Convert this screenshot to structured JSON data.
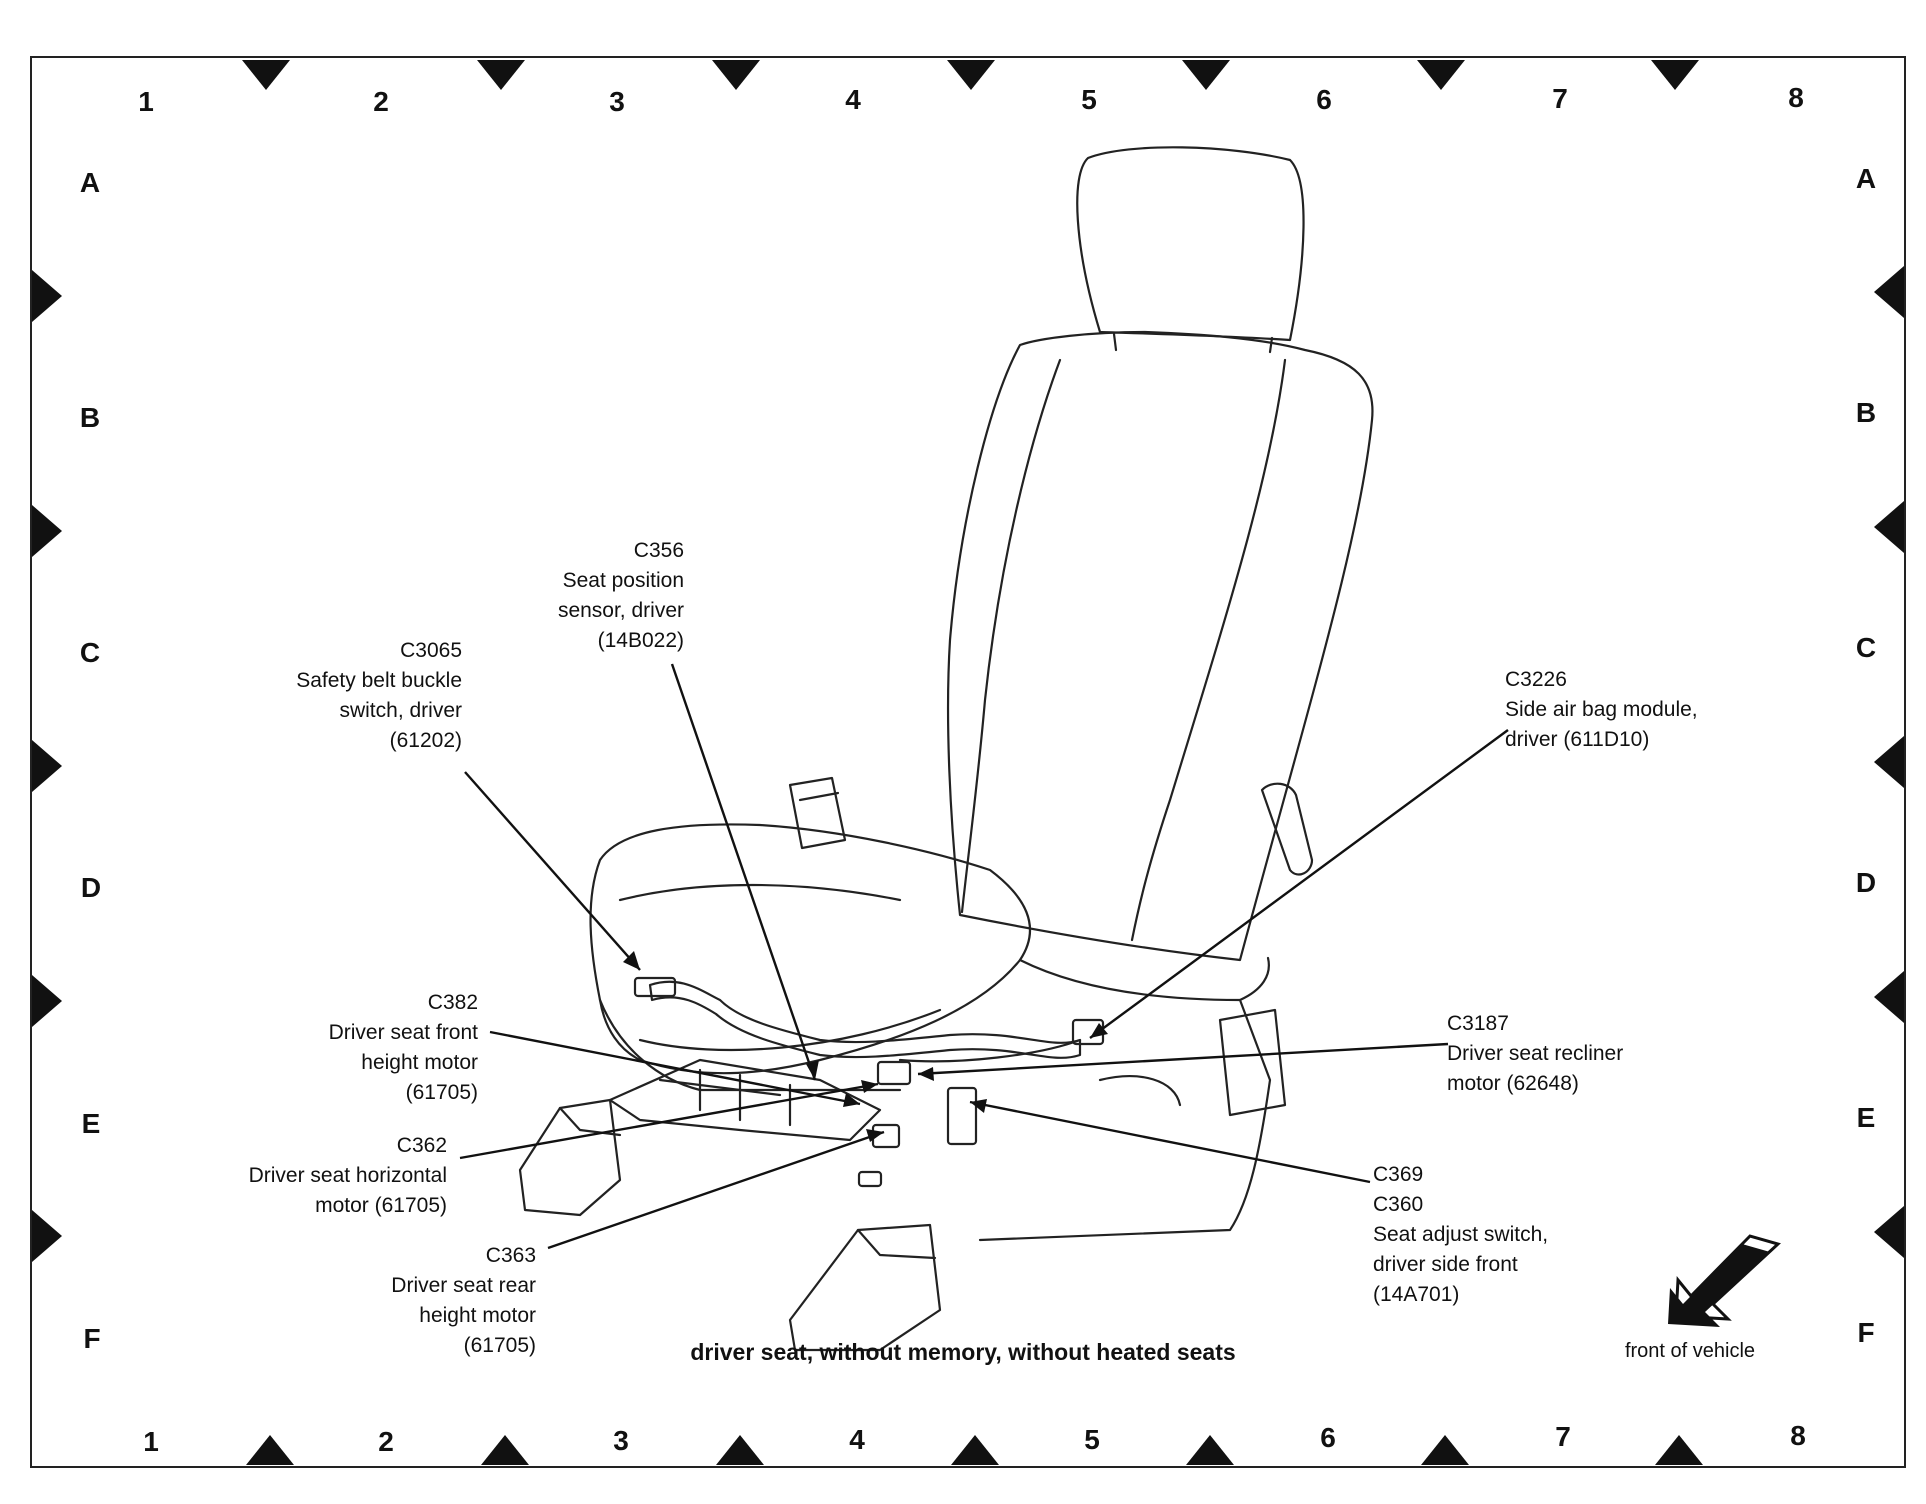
{
  "grid": {
    "columns": [
      "1",
      "2",
      "3",
      "4",
      "5",
      "6",
      "7",
      "8"
    ],
    "rows": [
      "A",
      "B",
      "C",
      "D",
      "E",
      "F"
    ]
  },
  "callouts": {
    "c3065": {
      "code": "C3065",
      "lines": [
        "Safety belt buckle",
        "switch, driver",
        "(61202)"
      ]
    },
    "c356": {
      "code": "C356",
      "lines": [
        "Seat position",
        "sensor, driver",
        "(14B022)"
      ]
    },
    "c3226": {
      "code": "C3226",
      "lines": [
        "Side air bag module,",
        "driver (611D10)"
      ]
    },
    "c382": {
      "code": "C382",
      "lines": [
        "Driver seat front",
        "height motor",
        "(61705)"
      ]
    },
    "c3187": {
      "code": "C3187",
      "lines": [
        "Driver seat recliner",
        "motor (62648)"
      ]
    },
    "c362": {
      "code": "C362",
      "lines": [
        "Driver seat horizontal",
        "motor (61705)"
      ]
    },
    "c369_c360": {
      "codes": [
        "C369",
        "C360"
      ],
      "lines": [
        "Seat adjust switch,",
        "driver side front",
        "(14A701)"
      ]
    },
    "c363": {
      "code": "C363",
      "lines": [
        "Driver seat rear",
        "height motor",
        "(61705)"
      ]
    }
  },
  "caption": "driver seat, without memory, without heated seats",
  "front_label": "front of vehicle",
  "icons": [
    "front-of-vehicle-arrow-icon",
    "grid-marker-triangle-icon",
    "seat-illustration"
  ]
}
